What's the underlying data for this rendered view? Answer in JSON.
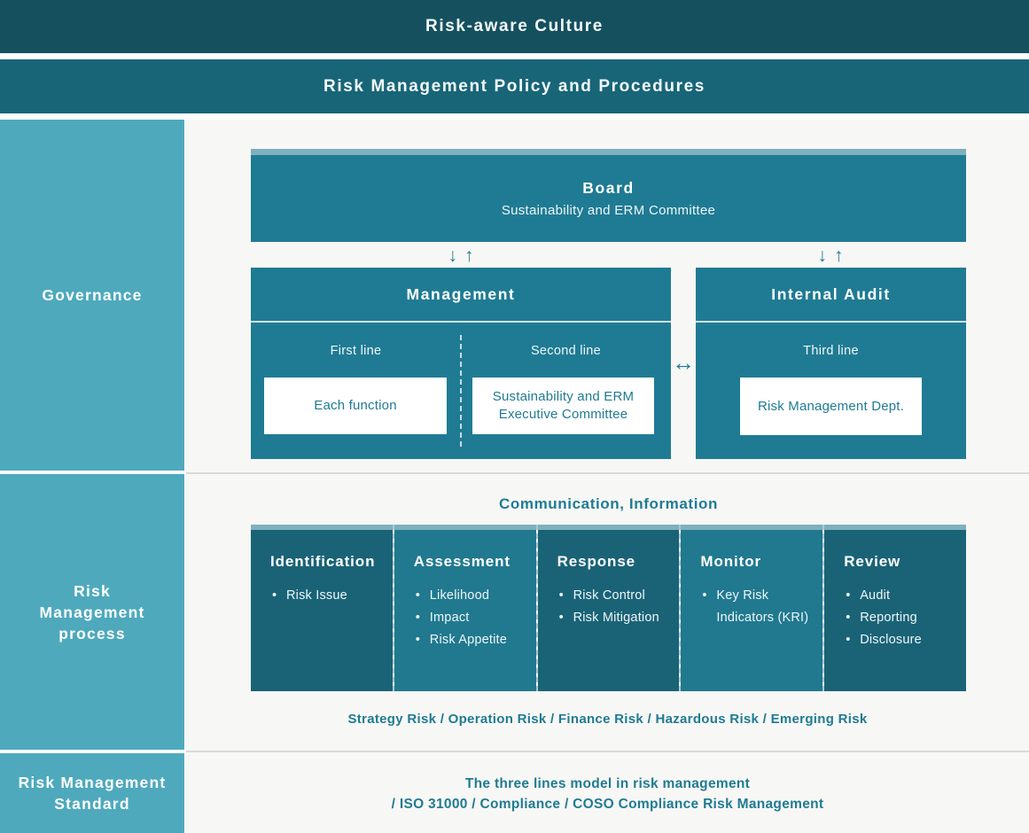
{
  "banners": {
    "culture": "Risk-aware Culture",
    "policy": "Risk Management Policy and Procedures"
  },
  "sidebar": {
    "sections": [
      {
        "label": "Governance"
      },
      {
        "label": "Risk Management process"
      },
      {
        "label": "Risk Management Standard"
      }
    ]
  },
  "governance": {
    "board": {
      "title": "Board",
      "subtitle": "Sustainability and ERM Committee"
    },
    "management": {
      "title": "Management",
      "first_line": {
        "label": "First line",
        "box": "Each function"
      },
      "second_line": {
        "label": "Second line",
        "box": "Sustainability and ERM Executive Committee"
      }
    },
    "internal_audit": {
      "title": "Internal Audit",
      "third_line": {
        "label": "Third line",
        "box": "Risk Management Dept."
      }
    },
    "arrows": {
      "down": "↓",
      "up": "↑",
      "bidirectional": "↔"
    }
  },
  "process": {
    "title": "Communication, Information",
    "columns": [
      {
        "title": "Identification",
        "items": [
          "Risk Issue"
        ]
      },
      {
        "title": "Assessment",
        "items": [
          "Likelihood",
          "Impact",
          "Risk Appetite"
        ]
      },
      {
        "title": "Response",
        "items": [
          "Risk Control",
          "Risk Mitigation"
        ]
      },
      {
        "title": "Monitor",
        "items": [
          "Key Risk Indicators (KRI)"
        ]
      },
      {
        "title": "Review",
        "items": [
          "Audit",
          "Reporting",
          "Disclosure"
        ]
      }
    ],
    "risk_types": "Strategy Risk / Operation Risk / Finance Risk / Hazardous Risk / Emerging Risk"
  },
  "standard": {
    "line1": "The three lines model in risk management",
    "line2": "/ ISO 31000 / Compliance / COSO Compliance Risk Management"
  },
  "colors": {
    "banner_dark": "#15505f",
    "banner_teal": "#186578",
    "sidebar_blue": "#4ea9bd",
    "box_teal": "#1f7b93",
    "column_dark": "#1a6377",
    "column_light": "#20798f",
    "strip_light": "#7fb0bd",
    "background": "#f7f7f5",
    "accent_text": "#1f7b93"
  }
}
